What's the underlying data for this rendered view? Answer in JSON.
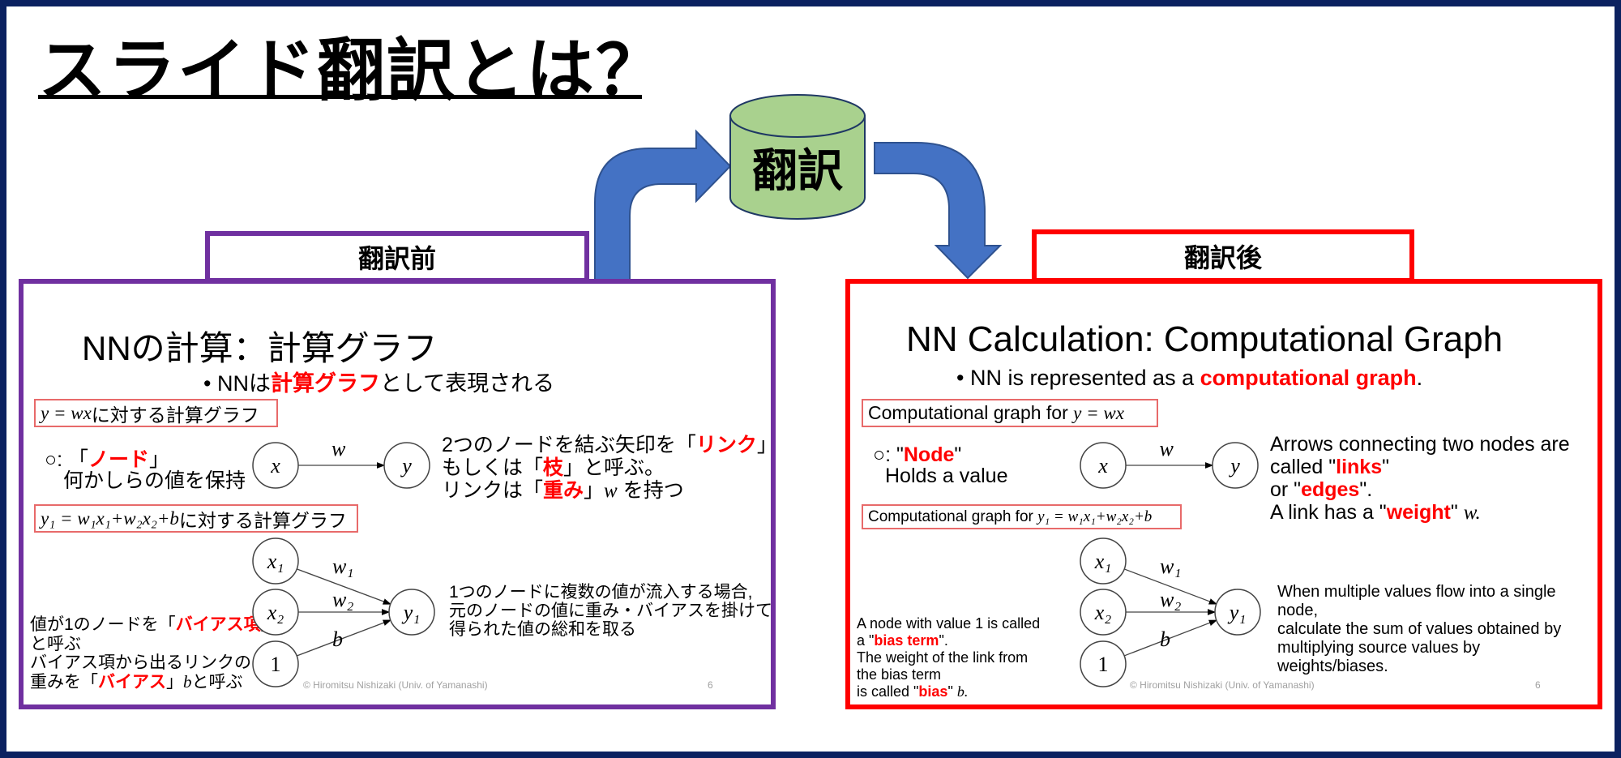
{
  "title": "スライド翻訳とは？",
  "translator_label": "翻訳",
  "before_label": "翻訳前",
  "after_label": "翻訳後",
  "colors": {
    "frame": "#0b2160",
    "before": "#7030a0",
    "after": "#ff0000",
    "arrow": "#4472c4",
    "cylinder": "#a9d18e",
    "highlight": "#ff0000"
  },
  "before": {
    "heading": "NNの計算：計算グラフ",
    "bullet_pre": "• NNは",
    "bullet_hl": "計算グラフ",
    "bullet_post": "として表現される",
    "box1_formula": "y = wx",
    "box1_text": " に対する計算グラフ",
    "node_pre": "○: 「",
    "node_hl": "ノード",
    "node_post": "」",
    "node_desc": "何かしらの値を保持",
    "link_l1_pre": "2つのノードを結ぶ矢印を「",
    "link_l1_hl": "リンク",
    "link_l1_post": "」",
    "link_l2_pre": "もしくは「",
    "link_l2_hl": "枝",
    "link_l2_post": "」と呼ぶ。",
    "link_l3_pre": "リンクは「",
    "link_l3_hl": "重み",
    "link_l3_mid": "」",
    "link_l3_var": "w",
    "link_l3_post": "を持つ",
    "box2_formula": "y₁ = w₁x₁+w₂x₂+b",
    "box2_text": " に対する計算グラフ",
    "multi_lines": [
      "1つのノードに複数の値が流入する場合,",
      "元のノードの値に重み・バイアスを掛けて",
      "得られた値の総和を取る"
    ],
    "bias_l1_pre": "値が1のノードを「",
    "bias_l1_hl": "バイアス項",
    "bias_l1_post": "」",
    "bias_l2": "と呼ぶ",
    "bias_l3": "バイアス項から出るリンクの",
    "bias_l4_pre": "重みを「",
    "bias_l4_hl": "バイアス",
    "bias_l4_mid": "」",
    "bias_l4_var": "b",
    "bias_l4_post": "と呼ぶ",
    "footer": "© Hiromitsu Nishizaki (Univ. of Yamanashi)",
    "page": "6"
  },
  "after": {
    "heading": "NN Calculation: Computational Graph",
    "bullet_pre": "• NN is represented as a ",
    "bullet_hl": "computational graph",
    "bullet_post": ".",
    "box1_text": "Computational graph for ",
    "box1_formula": "y = wx",
    "node_pre": "○: \"",
    "node_hl": "Node",
    "node_post": "\"",
    "node_desc": "Holds a value",
    "link_l1": "Arrows connecting two nodes are",
    "link_l2_pre": "called \"",
    "link_l2_hl": "links",
    "link_l2_post": "\"",
    "link_l3_pre": "or \"",
    "link_l3_hl": "edges",
    "link_l3_post": "\".",
    "link_l4_pre": "A link has a \"",
    "link_l4_hl": "weight",
    "link_l4_post": "\" ",
    "link_l4_var": "w.",
    "box2_text": "Computational graph for ",
    "box2_formula": "y₁ = w₁x₁+w₂x₂+b",
    "multi_lines": [
      "When multiple values flow into a single",
      "node,",
      "calculate the sum of values obtained by",
      "multiplying source values by",
      "weights/biases."
    ],
    "bias_l1": "A node with value 1 is called",
    "bias_l2_pre": "a \"",
    "bias_l2_hl": "bias term",
    "bias_l2_post": "\".",
    "bias_l3": "The weight of the link from",
    "bias_l4": "the bias term",
    "bias_l5_pre": "is called \"",
    "bias_l5_hl": "bias",
    "bias_l5_post": "\" ",
    "bias_l5_var": "b.",
    "footer": "© Hiromitsu Nishizaki (Univ. of Yamanashi)",
    "page": "6"
  },
  "graph": {
    "simple": {
      "input": "x",
      "output": "y",
      "edge": "w"
    },
    "multi": {
      "inputs": [
        "x₁",
        "x₂",
        "1"
      ],
      "output": "y₁",
      "edges": [
        "w₁",
        "w₂",
        "b"
      ]
    }
  }
}
